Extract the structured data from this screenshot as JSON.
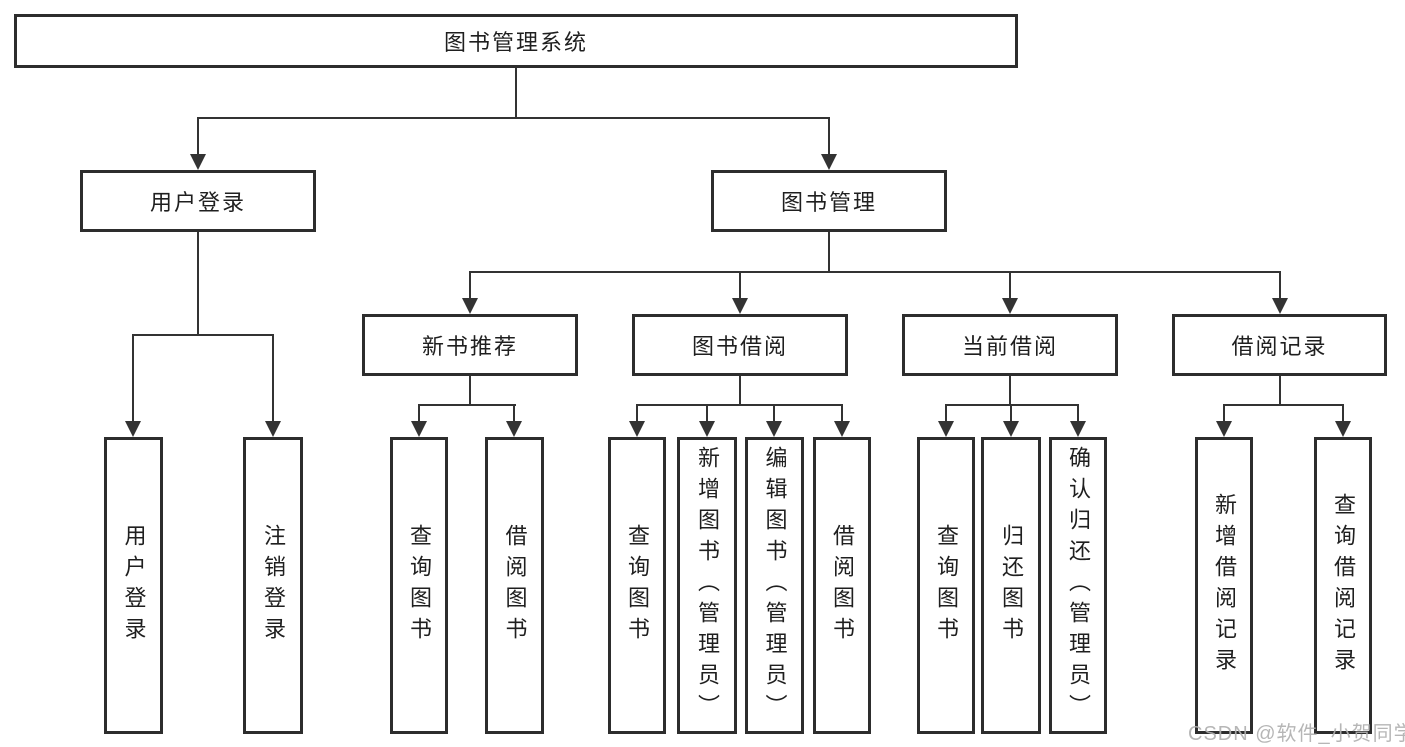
{
  "title": "图书管理系统",
  "branches": {
    "user": {
      "label": "用户登录",
      "children": [
        "用户登录",
        "注销登录"
      ]
    },
    "books": {
      "label": "图书管理",
      "groups": [
        {
          "label": "新书推荐",
          "children": [
            "查询图书",
            "借阅图书"
          ]
        },
        {
          "label": "图书借阅",
          "children": [
            "查询图书",
            "新增图书（管理员）",
            "编辑图书（管理员）",
            "借阅图书"
          ]
        },
        {
          "label": "当前借阅",
          "children": [
            "查询图书",
            "归还图书",
            "确认归还（管理员）"
          ]
        },
        {
          "label": "借阅记录",
          "children": [
            "新增借阅记录",
            "查询借阅记录"
          ]
        }
      ]
    }
  },
  "watermark": "CSDN @软件_小贺同学",
  "colors": {
    "line": "#333333",
    "box_border": "#2d2d2d",
    "box_fill": "#ffffff",
    "text": "#1f1f1f",
    "watermark": "#b0b0b0"
  }
}
